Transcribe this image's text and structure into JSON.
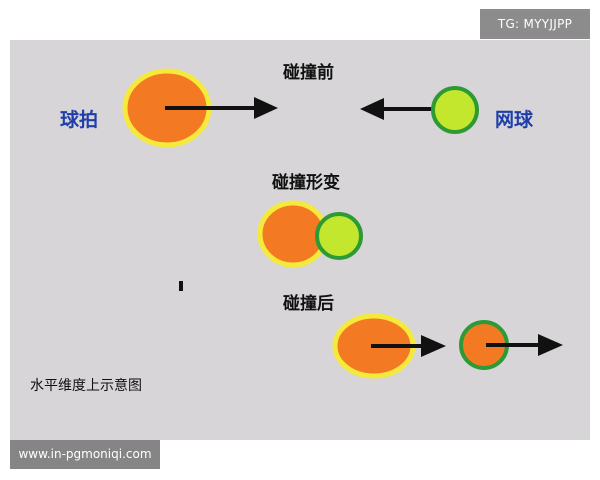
{
  "watermarks": {
    "top_right": "TG: MYYJJPP",
    "bottom_left": "www.in-pgmoniqi.com"
  },
  "stages": {
    "before": "碰撞前",
    "deform": "碰撞形变",
    "after": "碰撞后"
  },
  "objects": {
    "racket": "球拍",
    "ball": "网球"
  },
  "caption": "水平维度上示意图",
  "colors": {
    "background": "#d7d5d8",
    "racket_fill": "#f37a22",
    "racket_ring": "#f5ea3c",
    "ball_fill": "#c3e72d",
    "ball_ring": "#2e9a36",
    "arrow": "#111111",
    "label_blue": "#1f3ea8"
  }
}
